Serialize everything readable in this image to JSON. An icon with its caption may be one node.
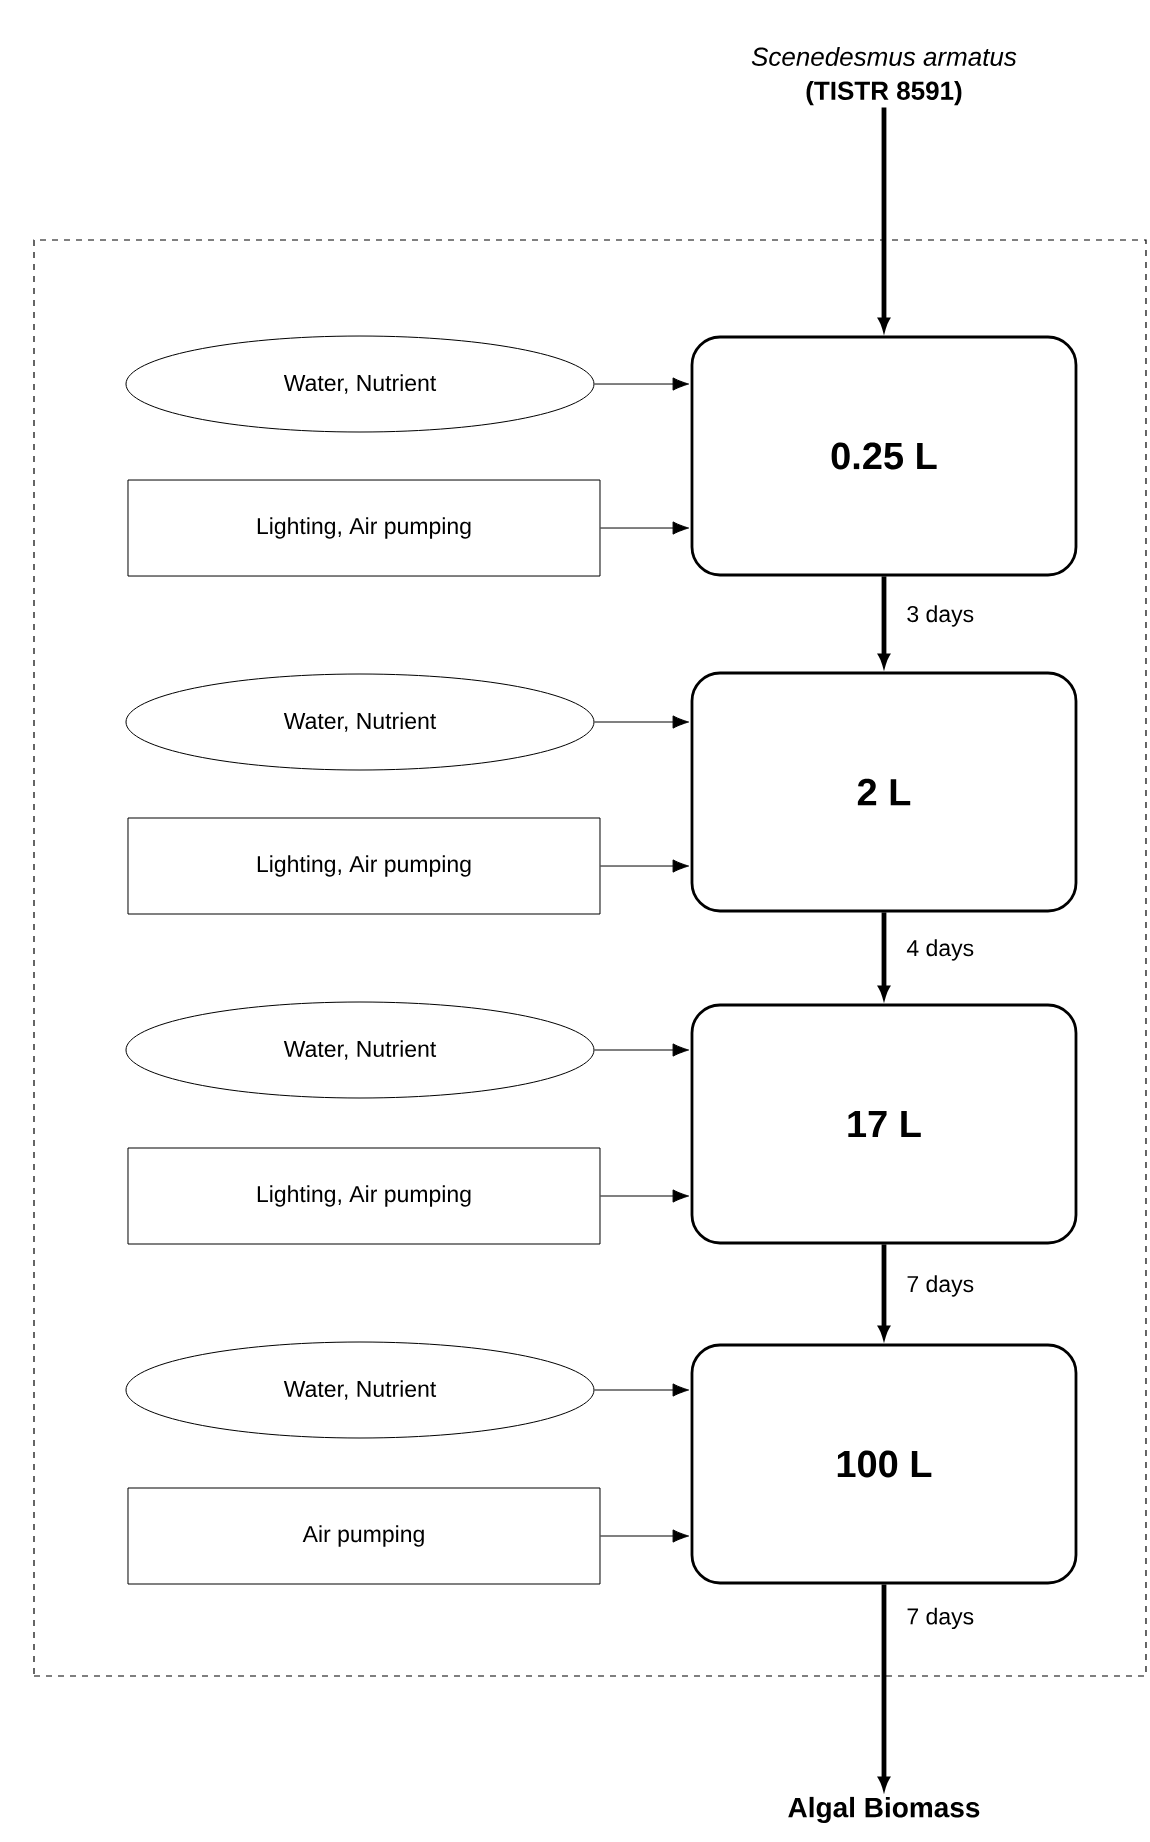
{
  "diagram": {
    "nodes": [
      {
        "text": [
          "Scenedesmus armatus",
          "(TISTR 8591)"
        ]
      },
      {
        "text": [],
        "shape": "box"
      },
      {
        "text": [
          "0.25 L"
        ],
        "in": 1
      },
      {
        "text": [
          "Water, Nutrient"
        ],
        "in": 1
      },
      {
        "text": [
          "Lighting, Air pumping"
        ],
        "in": 1
      },
      {
        "text": [
          "2 L"
        ],
        "in": 1
      },
      {
        "text": [
          "Water, Nutrient"
        ],
        "in": 1
      },
      {
        "text": [
          "Lighting, Air pumping"
        ],
        "in": 1
      },
      {
        "text": [
          "17 L"
        ],
        "in": 1
      },
      {
        "text": [
          "Water, Nutrient"
        ],
        "in": 1
      },
      {
        "text": [
          "Lighting, Air pumping"
        ],
        "in": 1
      },
      {
        "text": [
          "100 L"
        ],
        "in": 1
      },
      {
        "text": [
          "Water, Nutrient"
        ],
        "in": 1
      },
      {
        "text": [
          "Air pumping"
        ],
        "in": 1
      },
      {
        "text": [
          "Algal Biomass"
        ]
      }
    ],
    "edges": [
      {
        "from": 0,
        "to": 2,
        "arrow": "to",
        "style": "thick"
      },
      {
        "from": 3,
        "to": 2,
        "arrow": "to"
      },
      {
        "from": 4,
        "to": 2,
        "arrow": "to"
      },
      {
        "from": 2,
        "to": 5,
        "arrow": "to",
        "style": "thick",
        "label": "3 days"
      },
      {
        "from": 6,
        "to": 5,
        "arrow": "to"
      },
      {
        "from": 7,
        "to": 5,
        "arrow": "to"
      },
      {
        "from": 5,
        "to": 8,
        "arrow": "to",
        "style": "thick",
        "label": "4 days"
      },
      {
        "from": 9,
        "to": 8,
        "arrow": "to"
      },
      {
        "from": 10,
        "to": 8,
        "arrow": "to"
      },
      {
        "from": 8,
        "to": 11,
        "arrow": "to",
        "style": "thick",
        "label": "7 days"
      },
      {
        "from": 12,
        "to": 11,
        "arrow": "to"
      },
      {
        "from": 13,
        "to": 11,
        "arrow": "to"
      },
      {
        "from": 11,
        "to": 14,
        "arrow": "to",
        "style": "thick",
        "label": "7 days"
      }
    ]
  }
}
